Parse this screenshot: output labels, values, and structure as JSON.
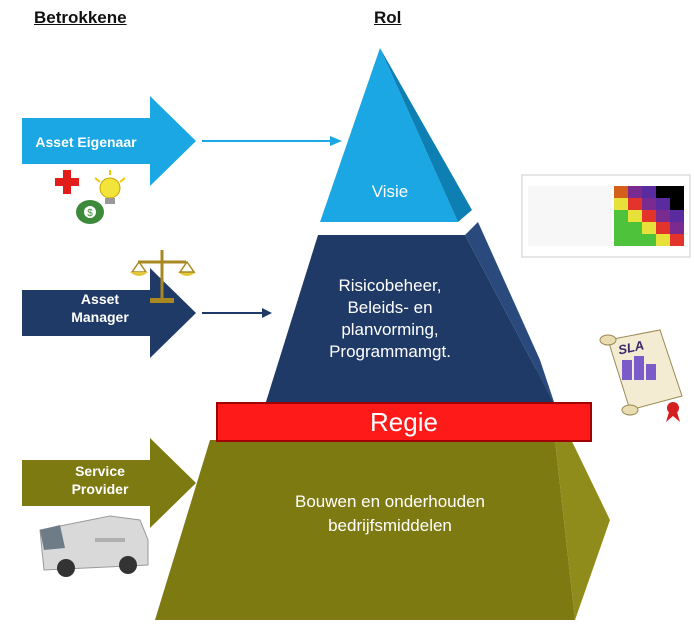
{
  "headers": {
    "stakeholders": "Betrokkene",
    "role": "Rol"
  },
  "levels": {
    "top": {
      "label": "Visie",
      "color": "#1aa7e3"
    },
    "middle": {
      "lines": [
        "Risicobeheer,",
        "Beleids- en",
        "planvorming,",
        "Programmamgt."
      ],
      "color": "#1f3a66"
    },
    "bottom": {
      "lines": [
        "Bouwen en onderhouden",
        "bedrijfsmiddelen"
      ],
      "color": "#7d7a12"
    }
  },
  "regie": {
    "label": "Regie",
    "color": "#ff1a1a"
  },
  "actors": [
    {
      "lines": [
        "Asset Eigenaar"
      ],
      "color": "#1aa7e3"
    },
    {
      "lines": [
        "Asset",
        "Manager"
      ],
      "color": "#1f3a66"
    },
    {
      "lines": [
        "Service",
        "Provider"
      ],
      "color": "#7d7a12"
    }
  ],
  "images": {
    "sla_label": "SLA"
  }
}
